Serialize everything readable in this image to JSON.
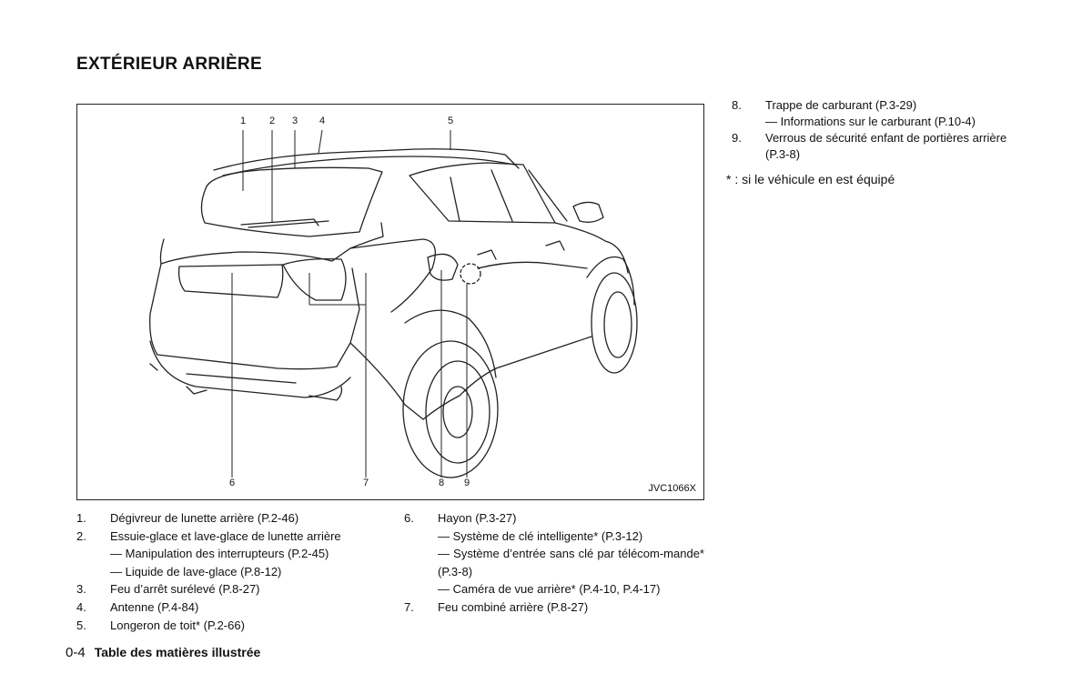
{
  "section_title": "EXTÉRIEUR ARRIÈRE",
  "figure": {
    "code": "JVC1066X",
    "callouts_top": [
      "1",
      "2",
      "3",
      "4",
      "5"
    ],
    "callouts_bottom": [
      "6",
      "7",
      "8",
      "9"
    ]
  },
  "left_list": {
    "items": [
      {
        "num": "1.",
        "text": "Dégivreur de lunette arrière (P.2-46)",
        "subs": []
      },
      {
        "num": "2.",
        "text": "Essuie-glace et lave-glace de lunette arrière",
        "subs": [
          "— Manipulation des interrupteurs (P.2-45)",
          "— Liquide de lave-glace (P.8-12)"
        ]
      },
      {
        "num": "3.",
        "text": "Feu d’arrêt surélevé (P.8-27)",
        "subs": []
      },
      {
        "num": "4.",
        "text": "Antenne (P.4-84)",
        "subs": []
      },
      {
        "num": "5.",
        "text": "Longeron de toit* (P.2-66)",
        "subs": []
      }
    ]
  },
  "mid_list": {
    "items": [
      {
        "num": "6.",
        "text": "Hayon (P.3-27)",
        "subs": [
          "— Système de clé intelligente* (P.3-12)",
          "— Système d’entrée sans clé par télécom-mande* (P.3-8)",
          "— Caméra de vue arrière* (P.4-10, P.4-17)"
        ]
      },
      {
        "num": "7.",
        "text": "Feu combiné arrière (P.8-27)",
        "subs": []
      }
    ]
  },
  "right_list": {
    "items": [
      {
        "num": "8.",
        "text": "Trappe de carburant (P.3-29)",
        "subs": [
          "— Informations sur le carburant (P.10-4)"
        ]
      },
      {
        "num": "9.",
        "text": "Verrous de sécurité enfant de portières arrière (P.3-8)",
        "subs": []
      }
    ]
  },
  "note": "* : si le véhicule en est équipé",
  "footer": {
    "page": "0-4",
    "section": "Table des matières illustrée"
  }
}
